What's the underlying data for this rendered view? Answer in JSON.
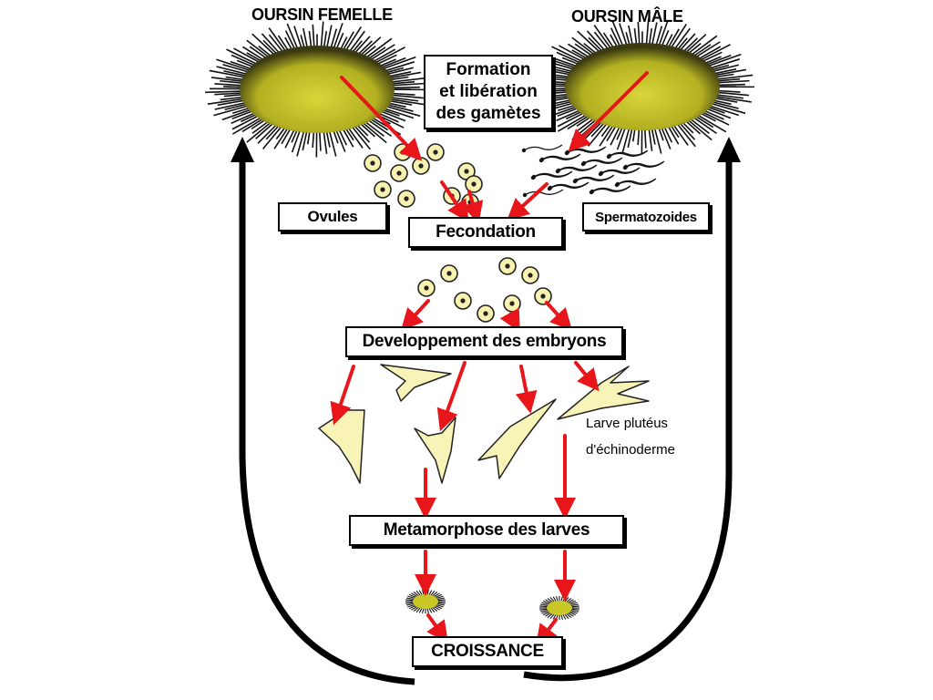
{
  "labels": {
    "female": "OURSIN FEMELLE",
    "male": "OURSIN MÂLE"
  },
  "boxes": {
    "gametes_line1": "Formation",
    "gametes_line2": "et libération",
    "gametes_line3": "des gamètes",
    "ovules": "Ovules",
    "spermatozoides": "Spermatozoides",
    "fecondation": "Fecondation",
    "developpement": "Developpement des embryons",
    "metamorphose": "Metamorphose des larves",
    "croissance": "CROISSANCE"
  },
  "annotation": {
    "line1": "Larve plutéus",
    "line2": "d'échinoderme"
  },
  "colors": {
    "arrow": "#e8161b",
    "urchin_body": "#c9c826",
    "urchin_spines": "#111111",
    "cell_fill": "#f7f2b0",
    "larva_fill": "#f8f4b8",
    "cycle_arrow": "#000000"
  }
}
